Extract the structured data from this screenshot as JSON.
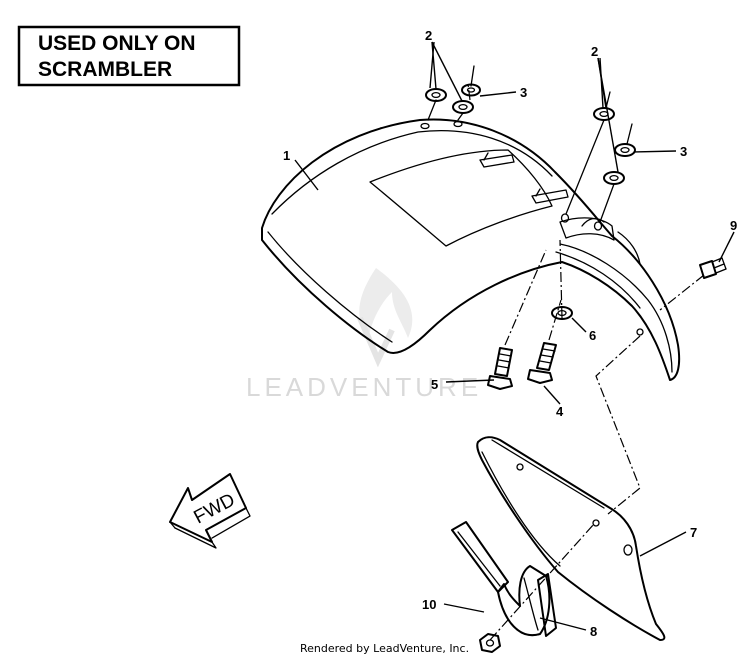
{
  "note_box": {
    "line1": "USED ONLY ON",
    "line2": "SCRAMBLER"
  },
  "direction_arrow": {
    "label": "FWD"
  },
  "watermark": {
    "text": "LEADVENTURE"
  },
  "footer": {
    "text": "Rendered by LeadVenture, Inc."
  },
  "callouts": [
    {
      "number": "1"
    },
    {
      "number": "2"
    },
    {
      "number": "2"
    },
    {
      "number": "3"
    },
    {
      "number": "3"
    },
    {
      "number": "4"
    },
    {
      "number": "5"
    },
    {
      "number": "6"
    },
    {
      "number": "7"
    },
    {
      "number": "8"
    },
    {
      "number": "9"
    },
    {
      "number": "10"
    }
  ]
}
